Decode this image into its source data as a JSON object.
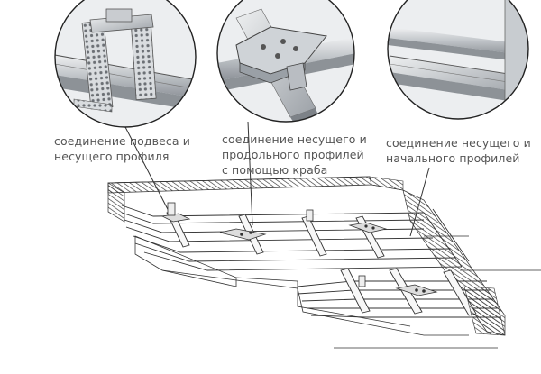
{
  "callouts": [
    {
      "id": "hanger-joint",
      "lines": [
        "соединение подвеса и",
        "несущего профиля"
      ]
    },
    {
      "id": "crab-joint",
      "lines": [
        "соединение несущего и",
        "продольного профилей",
        "с помощью краба"
      ]
    },
    {
      "id": "start-joint",
      "lines": [
        "соединение несущего и",
        "начального профилей"
      ]
    }
  ],
  "colors": {
    "line": "#444444",
    "metal_light": "#e6e8ea",
    "metal_mid": "#b9bdc2",
    "metal_dark": "#7d8288",
    "hatch": "#333333"
  }
}
